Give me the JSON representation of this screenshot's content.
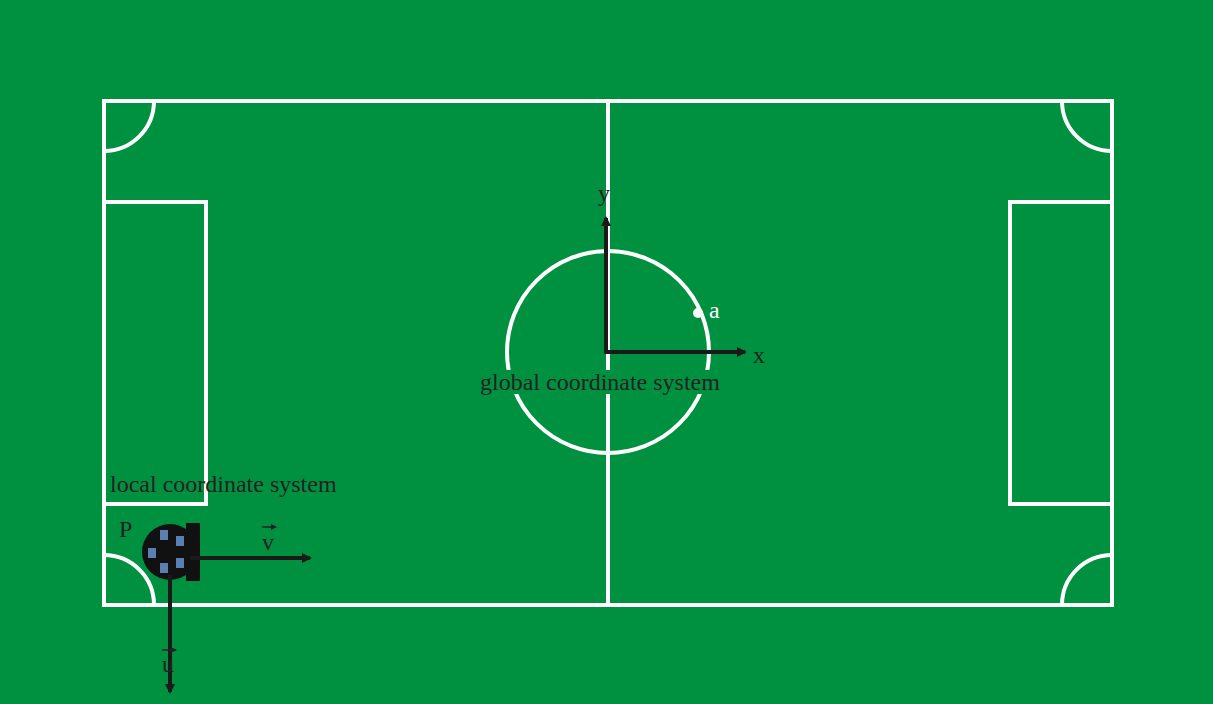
{
  "diagram": {
    "labels": [
      "y",
      "a",
      "x",
      "global coordinate system",
      "local coordinate system",
      "P",
      "v",
      "u"
    ]
  }
}
